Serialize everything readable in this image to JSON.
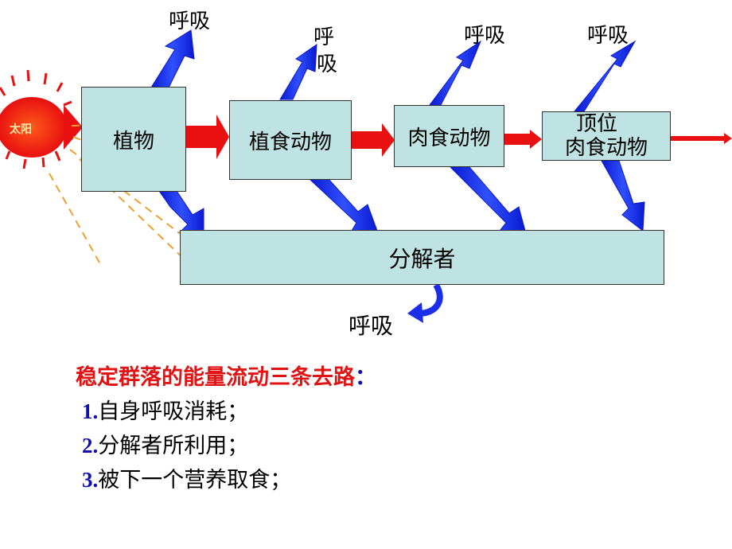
{
  "sun": {
    "label": "太阳"
  },
  "nodes": {
    "plant": "植物",
    "herbivore": "植食动物",
    "carnivore": "肉食动物",
    "top_carnivore_line1": "顶位",
    "top_carnivore_line2": "肉食动物",
    "decomposer": "分解者"
  },
  "respiration": {
    "r1": "呼吸",
    "r2_line1": "呼",
    "r2_line2": "吸",
    "r3": "呼吸",
    "r4": "呼吸",
    "r5": "呼吸"
  },
  "notes": {
    "title": "稳定群落的能量流动三条去路",
    "title_colon": "：",
    "items": [
      {
        "num": "1.",
        "text": "自身呼吸消耗；"
      },
      {
        "num": "2.",
        "text": "分解者所利用；"
      },
      {
        "num": "3.",
        "text": "被下一个营养取食；"
      }
    ]
  },
  "colors": {
    "box_fill": "#bfe2e2",
    "flow_arrow": "#e81010",
    "respiration_arrow": "#1a2eea",
    "sun": "#e81010",
    "light_rays": "#f0a030",
    "title_text": "#e01414",
    "number_text": "#1010b0"
  }
}
